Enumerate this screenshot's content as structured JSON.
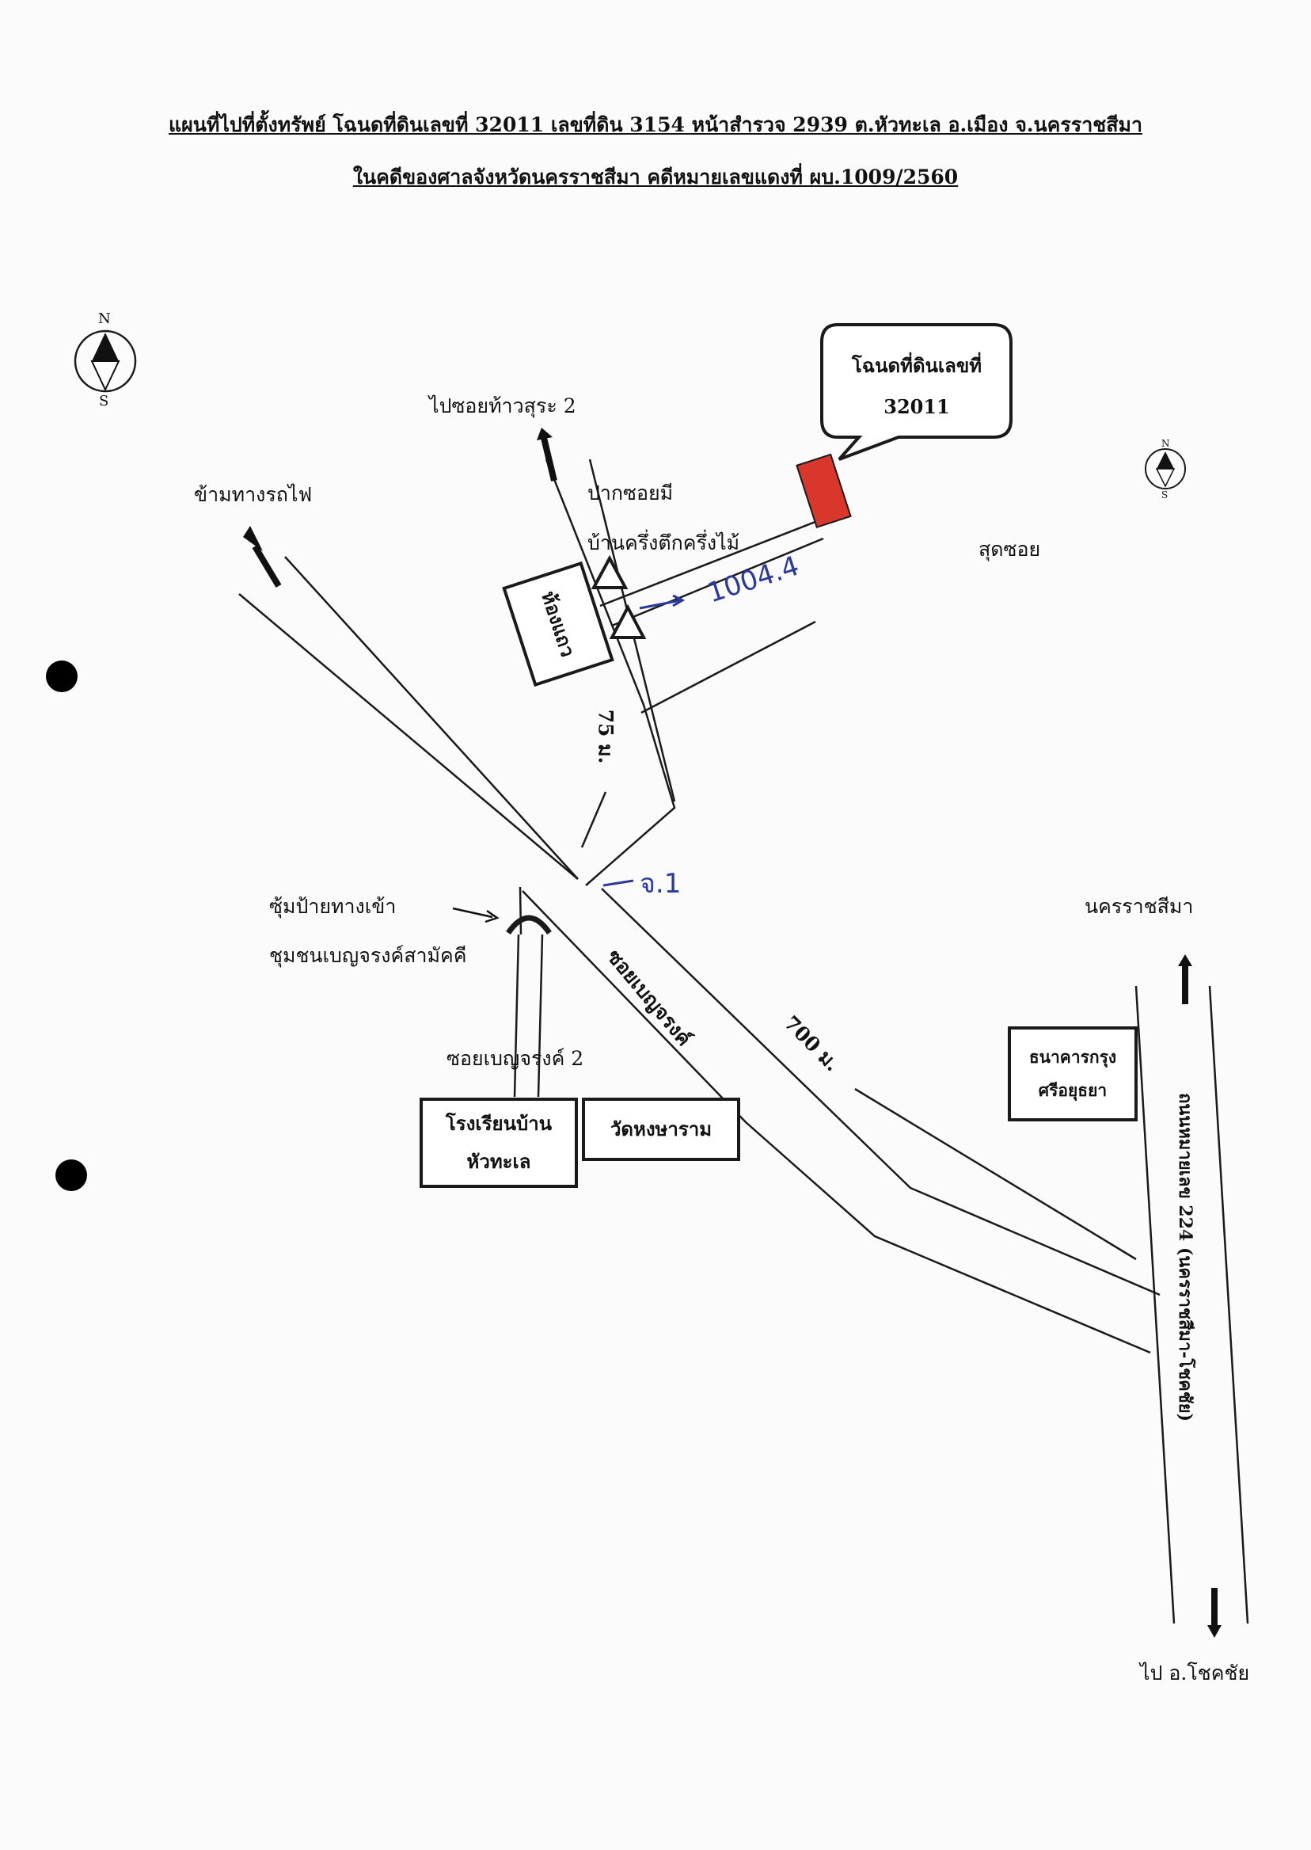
{
  "header": {
    "title_line1": "แผนที่ไปที่ตั้งทรัพย์ โฉนดที่ดินเลขที่ 32011 เลขที่ดิน 3154 หน้าสำรวจ 2939 ต.หัวทะเล อ.เมือง จ.นครราชสีมา",
    "title_line2": "ในคดีของศาลจังหวัดนครราชสีมา คดีหมายเลขแดงที่ ผบ.1009/2560"
  },
  "compass": {
    "north": "N",
    "south": "S"
  },
  "callout": {
    "line1": "โฉนดที่ดินเลขที่",
    "line2": "32011"
  },
  "labels": {
    "to_soi_thaosura": "ไปซอยท้าวสุระ 2",
    "across_railway": "ข้ามทางรถไฟ",
    "soi_entrance": "ปากซอยมี",
    "half_house": "บ้านครึ่งตึกครึ่งไม้",
    "end_of_soi": "สุดซอย",
    "distance_75": "75 ม.",
    "arch_sign_line1": "ซุ้มป้ายทางเข้า",
    "arch_sign_line2": "ชุมชนเบญจรงค์สามัคคี",
    "soi_benjarong": "ซอยเบญจรงค์",
    "soi_benjarong_2": "ซอยเบญจรงค์ 2",
    "distance_700": "700 ม.",
    "nakhon_ratchasima": "นครราชสีมา",
    "highway_224": "ถนนหมายเลข 224 (นครราชสีมา-โชคชัย)",
    "to_chok_chai": "ไป อ.โชคชัย"
  },
  "landmarks": {
    "shophouse": "ห้องแถว",
    "school_line1": "โรงเรียนบ้าน",
    "school_line2": "หัวทะเล",
    "temple": "วัดหงษาราม",
    "bank_line1": "ธนาคารกรุง",
    "bank_line2": "ศรีอยุธยา"
  },
  "annotations": {
    "width_note": "1004.4",
    "point_mark": "จ.1"
  },
  "colors": {
    "plot": "#d9362c",
    "ink": "#1a1a1a",
    "pen": "#2a3a9a"
  }
}
